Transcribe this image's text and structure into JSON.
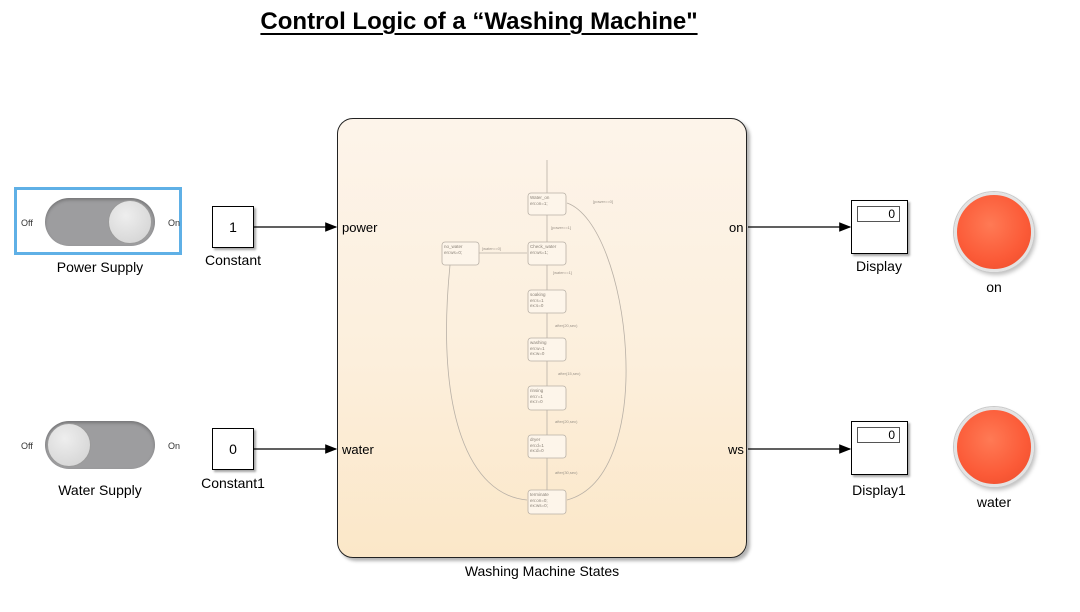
{
  "title": "Control Logic of a “Washing Machine\"",
  "power_switch": {
    "label": "Power Supply",
    "off": "Off",
    "on": "On",
    "state": "on"
  },
  "water_switch": {
    "label": "Water Supply",
    "off": "Off",
    "on": "On",
    "state": "off"
  },
  "constant": {
    "value": "1",
    "label": "Constant"
  },
  "constant1": {
    "value": "0",
    "label": "Constant1"
  },
  "chart": {
    "label": "Washing Machine States",
    "inputs": [
      "power",
      "water"
    ],
    "outputs": [
      "on",
      "ws"
    ],
    "states": [
      {
        "name": "Water_on",
        "lines": [
          "en:on=1;"
        ]
      },
      {
        "name": "Check_water",
        "lines": [
          "en:ws=1;"
        ]
      },
      {
        "name": "soaking",
        "lines": [
          "en:s=1",
          "ex:s=0"
        ]
      },
      {
        "name": "washing",
        "lines": [
          "en:w=1",
          "ex:w=0"
        ]
      },
      {
        "name": "rinsing",
        "lines": [
          "en:r=1",
          "ex:r=0"
        ]
      },
      {
        "name": "dryer",
        "lines": [
          "en:d=1",
          "ex:d=0"
        ]
      },
      {
        "name": "terminate",
        "lines": [
          "en:on=0;",
          "ex:ws=0;"
        ]
      },
      {
        "name": "no_water",
        "lines": [
          "en:ws=0;"
        ]
      }
    ],
    "transitions": [
      "[power==1]",
      "[water==1]",
      "[water==0]",
      "after(20,sec)",
      "after(15,sec)",
      "after(20,sec)",
      "after(30,sec)",
      "[power==0]"
    ]
  },
  "display": {
    "value": "0",
    "label": "Display"
  },
  "display1": {
    "value": "0",
    "label": "Display1"
  },
  "lamp_on": {
    "label": "on",
    "color": "#fb5a37"
  },
  "lamp_water": {
    "label": "water",
    "color": "#fb5a37"
  },
  "colors": {
    "selection": "#5fb0e6",
    "lamp": "#fb5a37"
  }
}
